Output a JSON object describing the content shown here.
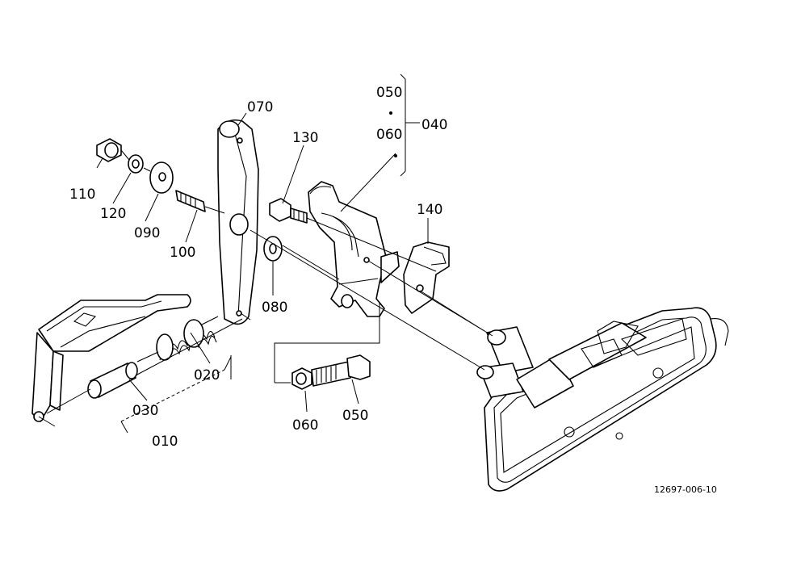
{
  "diagram": {
    "part_numbers": {
      "p010": "010",
      "p020": "020",
      "p030": "030",
      "p040": "040",
      "p050_top": "050",
      "p060_top": "060",
      "p050_bottom": "050",
      "p060_bottom": "060",
      "p070": "070",
      "p080": "080",
      "p090": "090",
      "p100": "100",
      "p110": "110",
      "p120": "120",
      "p130": "130",
      "p140": "140"
    },
    "drawing_code": "12697-006-10"
  }
}
